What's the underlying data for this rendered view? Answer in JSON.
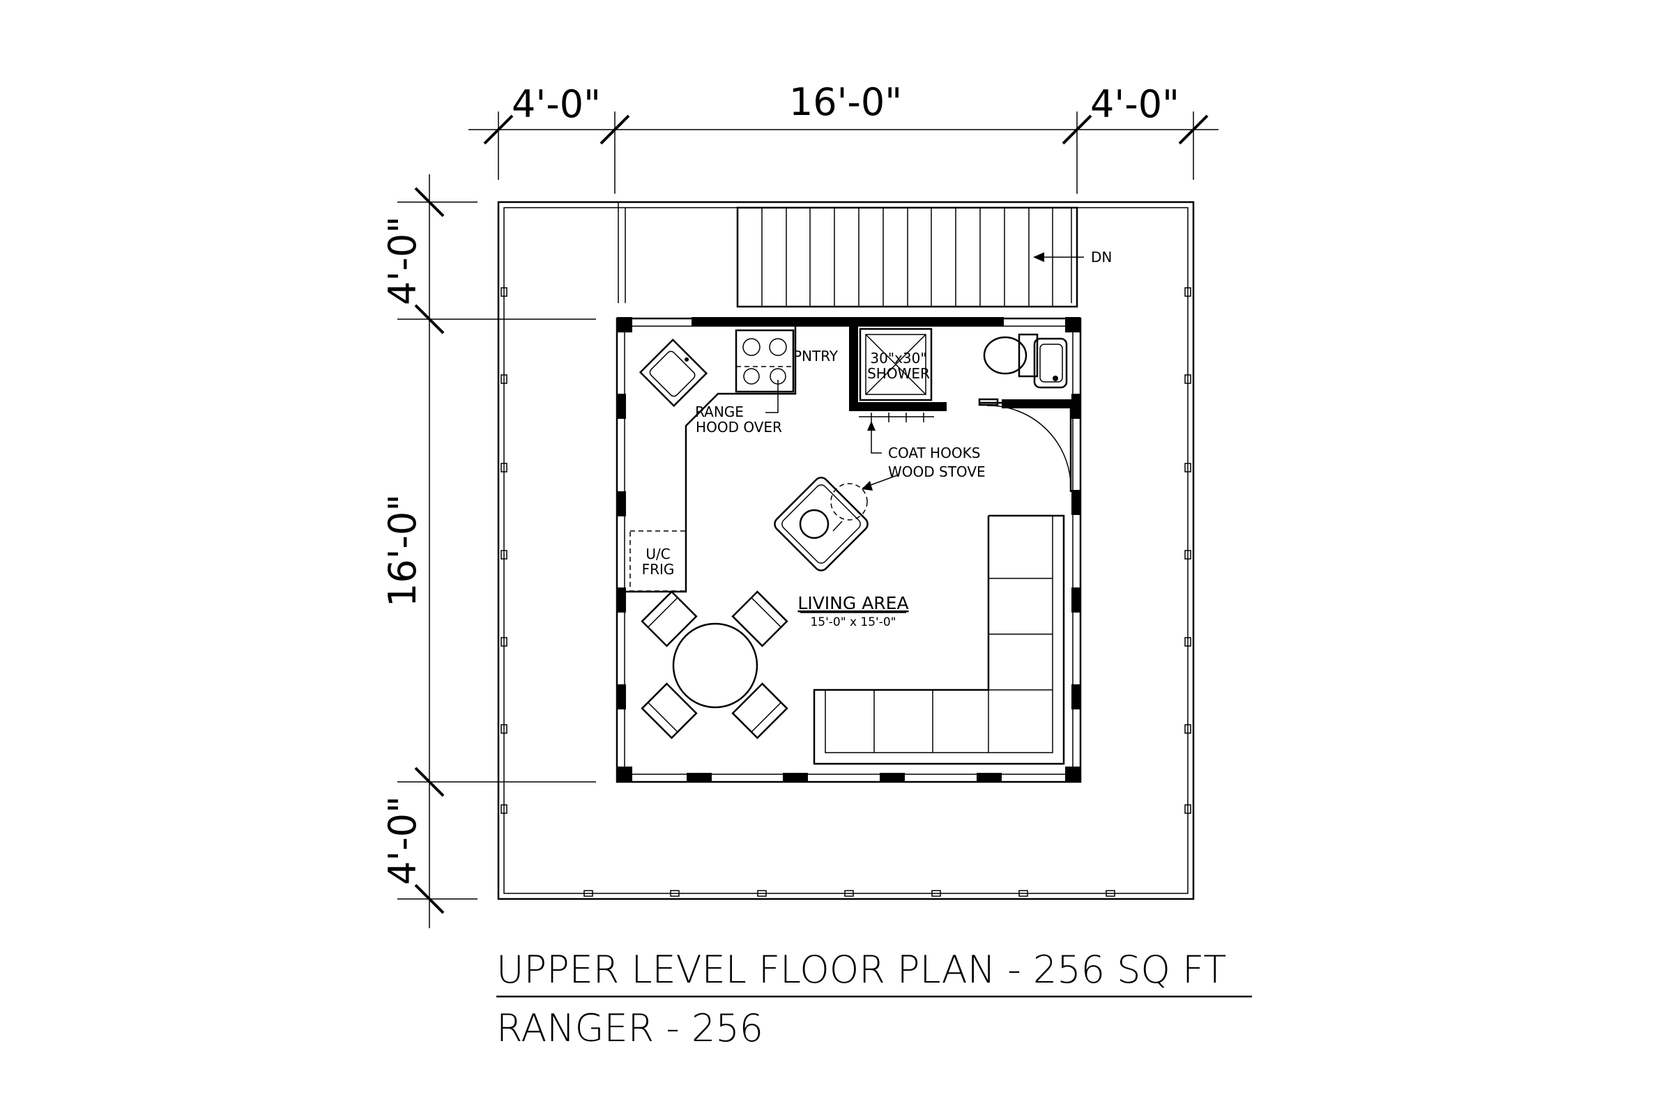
{
  "dimensions": {
    "top_left": "4'-0\"",
    "top_middle": "16'-0\"",
    "top_right": "4'-0\"",
    "side_top": "4'-0\"",
    "side_middle": "16'-0\"",
    "side_bottom": "4'-0\""
  },
  "labels": {
    "dn": "DN",
    "pantry": "PNTRY",
    "shower_size": "30\"x30\"",
    "shower": "SHOWER",
    "range_line1": "RANGE",
    "range_line2": "HOOD OVER",
    "coat_hooks": "COAT HOOKS",
    "wood_stove": "WOOD STOVE",
    "frig_line1": "U/C",
    "frig_line2": "FRIG",
    "living_area": "LIVING AREA",
    "living_size": "15'-0\" x 15'-0\""
  },
  "title": {
    "line1": "UPPER LEVEL FLOOR PLAN - 256 SQ FT",
    "line2": "RANGER - 256"
  }
}
